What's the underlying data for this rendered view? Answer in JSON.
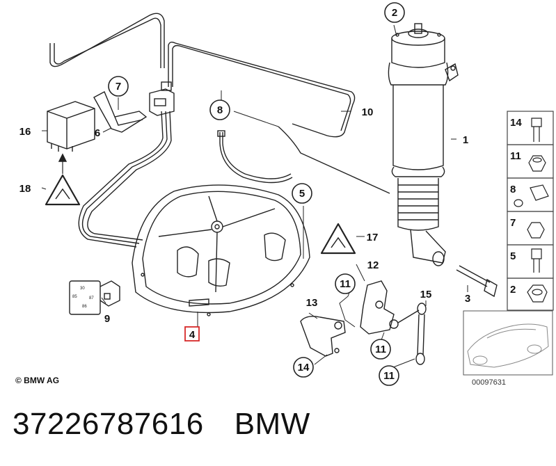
{
  "diagram": {
    "callouts": {
      "c1": "1",
      "c2": "2",
      "c3": "3",
      "c4": "4",
      "c5": "5",
      "c6": "6",
      "c7": "7",
      "c8": "8",
      "c9": "9",
      "c10": "10",
      "c11a": "11",
      "c11b": "11",
      "c11c": "11",
      "c12": "12",
      "c13": "13",
      "c14": "14",
      "c15": "15",
      "c16": "16",
      "c17": "17",
      "c18": "18"
    },
    "legend": [
      {
        "label": "14"
      },
      {
        "label": "11"
      },
      {
        "label": "8"
      },
      {
        "label": "7"
      },
      {
        "label": "5"
      },
      {
        "label": "2"
      }
    ],
    "copyright": "© BMW AG",
    "reference_number": "00097631"
  },
  "footer": {
    "part_number": "37226787616",
    "brand": "BMW"
  },
  "colors": {
    "line": "#222222",
    "highlight": "#d62828",
    "panel_border": "#444444"
  }
}
